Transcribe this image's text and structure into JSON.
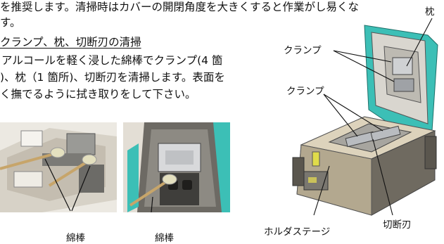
{
  "text": {
    "line1": "を推奨します。清掃時はカバーの開閉角度を大きくすると作業がし易くな",
    "line2": "す。",
    "heading": "クランプ、枕、切断刃の清掃",
    "body1": "アルコールを軽く浸した綿棒でクランプ(4 箇",
    "body2": ")、枕（1 箇所)、切断刃を清掃します。表面を",
    "body3": "く撫でるように拭き取りをして下さい。"
  },
  "labels": {
    "swab1": "綿棒",
    "swab2": "綿棒",
    "clamp_upper": "クランプ",
    "clamp_lower": "クランプ",
    "pillow": "枕",
    "holder_stage": "ホルダステージ",
    "cutter": "切断刃"
  },
  "colors": {
    "teal": "#3cbfb6",
    "device_body": "#c9bea6",
    "device_dark": "#6f6a60",
    "metal": "#b9bcc0"
  }
}
